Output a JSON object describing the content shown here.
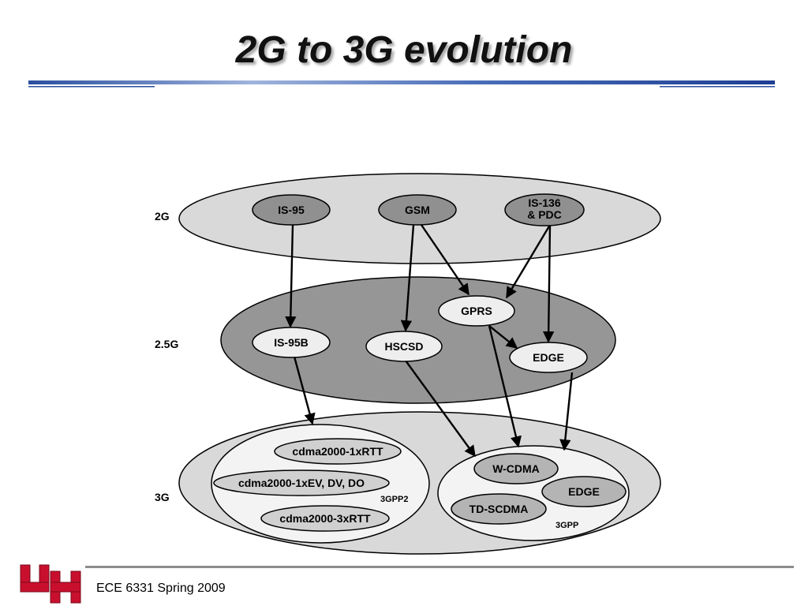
{
  "slide": {
    "title": "2G to 3G evolution",
    "footer": "ECE 6331 Spring 2009"
  },
  "levels": [
    {
      "id": "2g",
      "label": "2G"
    },
    {
      "id": "25g",
      "label": "2.5G"
    },
    {
      "id": "3g",
      "label": "3G"
    }
  ],
  "nodes": {
    "is95": "IS-95",
    "gsm": "GSM",
    "is136_line1": "IS-136",
    "is136_line2": "& PDC",
    "gprs": "GPRS",
    "is95b": "IS-95B",
    "hscsd": "HSCSD",
    "edge25": "EDGE",
    "cdma1x": "cdma2000-1xRTT",
    "cdma1xev": "cdma2000-1xEV, DV, DO",
    "cdma3x": "cdma2000-3xRTT",
    "wcdma": "W-CDMA",
    "edge3": "EDGE",
    "tdscdma": "TD-SCDMA"
  },
  "groups": {
    "gpp2": "3GPP2",
    "gpp": "3GPP"
  },
  "colors": {
    "level_light": "#d9d9d9",
    "level_dark": "#969696",
    "node_dark": "#909090",
    "node_light": "#eeeeee",
    "group_fill": "#f3f3f3",
    "title_rule": "#2a4fa0",
    "logo_red": "#c8102e"
  }
}
